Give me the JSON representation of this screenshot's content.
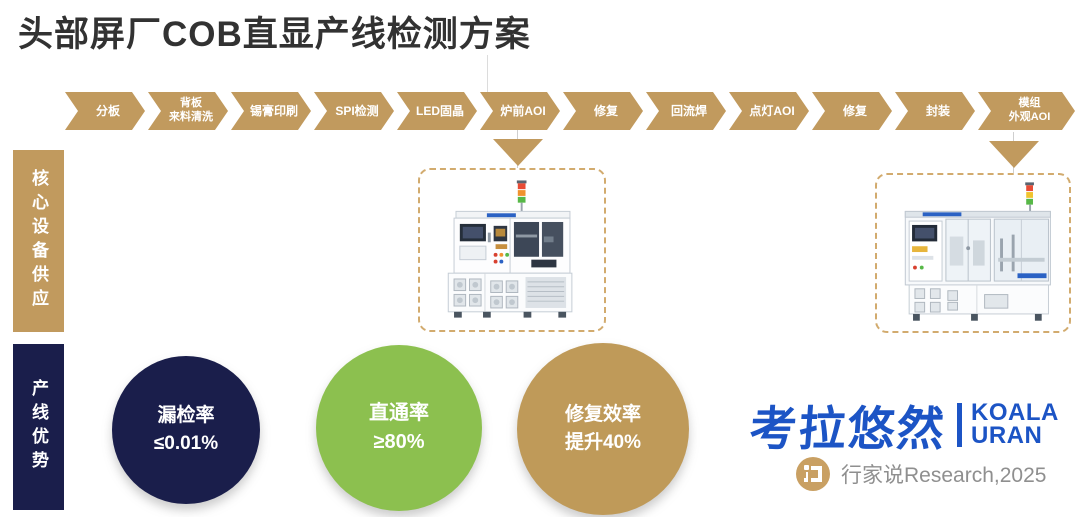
{
  "palette": {
    "gold": "#C19A5E",
    "navy": "#1A1E4B",
    "green": "#8CC04F",
    "logo_blue": "#1C54C5",
    "title_color": "#323232",
    "source_gray": "#8F8F8F"
  },
  "title": "头部屏厂COB直显产线检测方案",
  "flow": {
    "steps": [
      "分板",
      "背板\n来料清洗",
      "锡膏印刷",
      "SPI检测",
      "LED固晶",
      "炉前AOI",
      "修复",
      "回流焊",
      "点灯AOI",
      "修复",
      "封装",
      "模组\n外观AOI"
    ]
  },
  "rows": {
    "core_equipment_label": "核心设备供应",
    "line_advantage_label": "产线优势"
  },
  "equipment_icons": [
    "pre-reflow-aoi-machine-image",
    "module-appearance-aoi-machine-image"
  ],
  "advantages": [
    {
      "line1": "漏检率",
      "line2": "≤0.01%"
    },
    {
      "line1": "直通率",
      "line2": "≥80%"
    },
    {
      "line1": "修复效率",
      "line2": "提升40%"
    }
  ],
  "logo": {
    "zh": "考拉悠然",
    "en_line1": "KOALA",
    "en_line2": "URAN"
  },
  "source": {
    "text": "行家说Research,2025",
    "icon": "hangjiashuo-logo-icon"
  }
}
